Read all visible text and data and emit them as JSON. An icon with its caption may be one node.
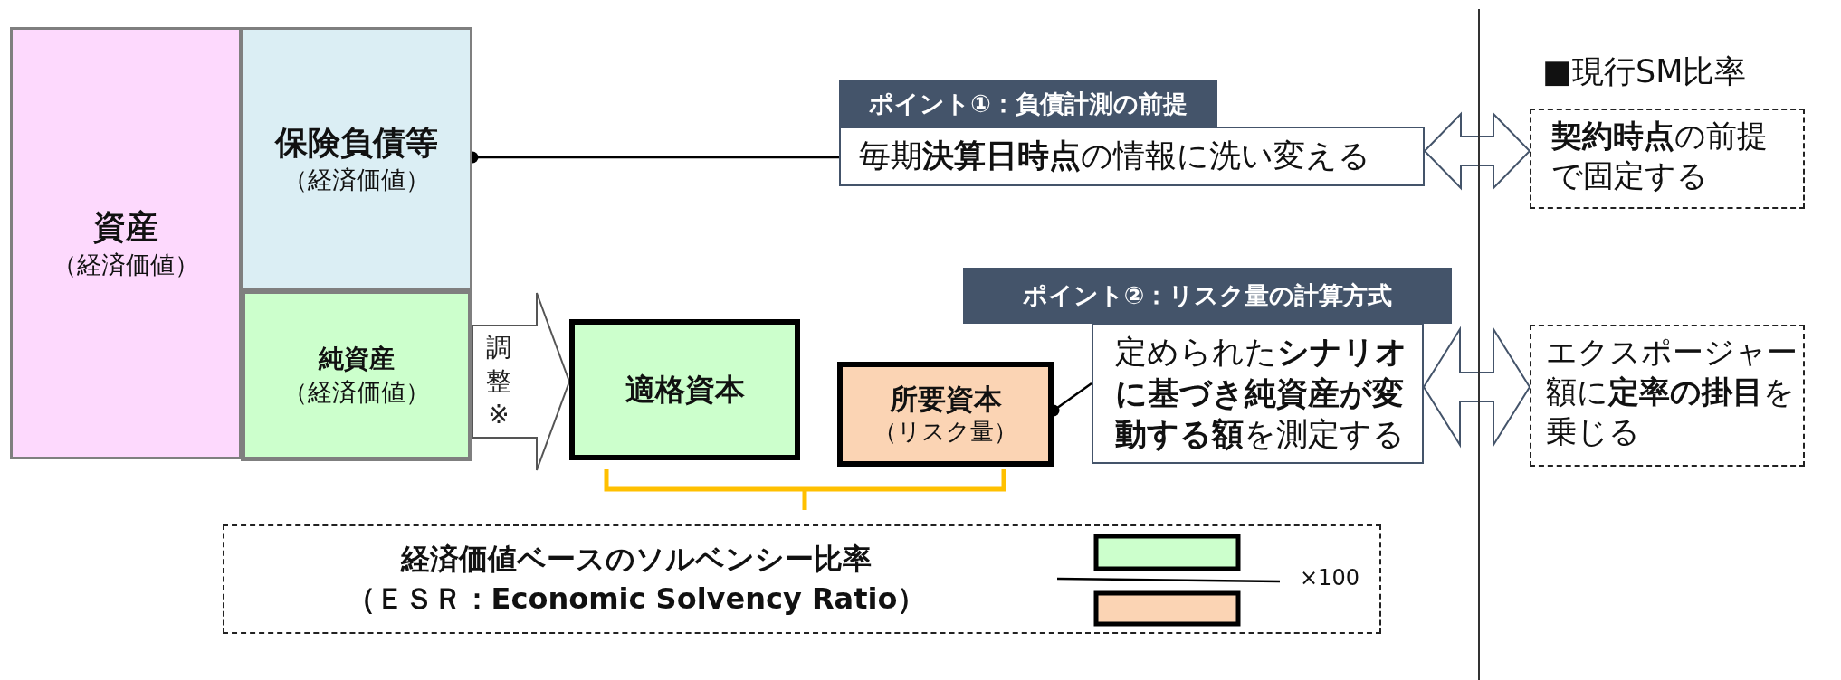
{
  "diagram": {
    "nodes": [
      {
        "text": [
          "資産",
          "（経済価値）"
        ]
      },
      {
        "text": [
          "保険負債等",
          "（経済価値）"
        ]
      },
      {
        "text": [
          "純資産",
          "（経済価値）"
        ]
      },
      {
        "text": [
          "適格資本"
        ]
      },
      {
        "text": [
          "所要資本",
          "（リスク量）"
        ]
      },
      {
        "text": [
          "ポイント①：負債計測の前提"
        ]
      },
      {
        "text": [
          "毎期**決算日時点**の情報に洗い変える"
        ]
      },
      {
        "text": [
          "**契約時点**の前提で固定する"
        ]
      },
      {
        "text": [
          "ポイント②：リスク量の計算方式"
        ]
      },
      {
        "text": [
          "定められた**シナリオに基づき純資産が変動する額**を測定する"
        ]
      },
      {
        "text": [
          "エクスポージャー額に**定率の掛目**を乗じる"
        ]
      },
      {
        "text": [
          "経済価値ベースのソルベンシー比率",
          "（ＥＳＲ：Economic Solvency Ratio）",
          "×100"
        ]
      }
    ],
    "edges": [
      {
        "from": 1,
        "to": 6,
        "arrow": "other"
      },
      {
        "from": 4,
        "to": 9,
        "arrow": "other"
      },
      {
        "from": 2,
        "to": 3,
        "arrow": "to",
        "label": "調整※"
      },
      {
        "from": 6,
        "to": 7,
        "arrow": "both"
      },
      {
        "from": 9,
        "to": 10,
        "arrow": "both"
      }
    ],
    "labels": [
      "■現行SM比率"
    ]
  }
}
